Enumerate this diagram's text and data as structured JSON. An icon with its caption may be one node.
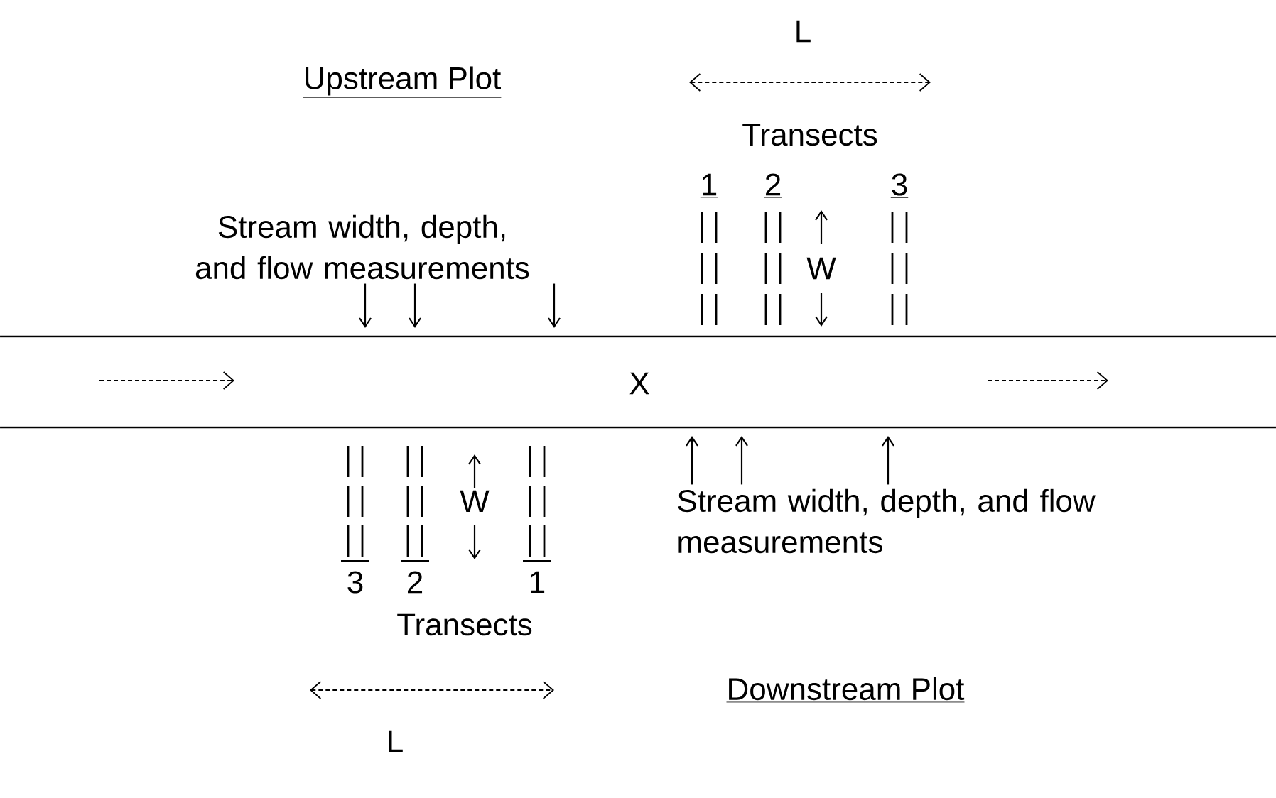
{
  "diagram": {
    "nodes": [
      {
        "text": [
          "Stream width, depth, and flow measurements"
        ]
      },
      {
        "text": [
          "Stream width, depth, and flow measurements"
        ]
      }
    ],
    "edges": [
      {
        "from": 0,
        "to": null,
        "arrow": "to"
      },
      {
        "from": 0,
        "to": null,
        "arrow": "to"
      },
      {
        "from": 0,
        "to": null,
        "arrow": "to"
      },
      {
        "from": 1,
        "to": null,
        "arrow": "to"
      },
      {
        "from": 1,
        "to": null,
        "arrow": "to"
      },
      {
        "from": 1,
        "to": null,
        "arrow": "to"
      }
    ],
    "labels": [
      "L",
      "Upstream Plot",
      "Transects",
      "1",
      "2",
      "3",
      "W",
      "X",
      "W",
      "3",
      "2",
      "1",
      "Transects",
      "Downstream Plot",
      "L"
    ]
  }
}
